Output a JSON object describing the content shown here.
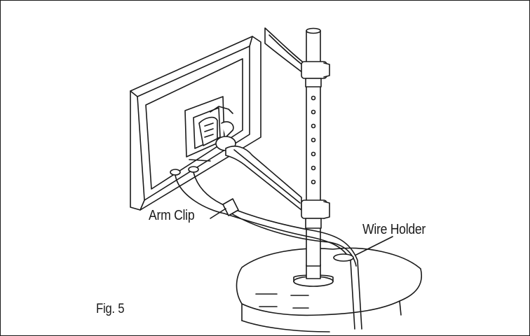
{
  "figure": {
    "number_label": "Fig. 5"
  },
  "callouts": {
    "arm_clip": "Arm Clip",
    "wire_holder": "Wire Holder"
  },
  "colors": {
    "line": "#1a1a1a",
    "background": "#ffffff"
  }
}
